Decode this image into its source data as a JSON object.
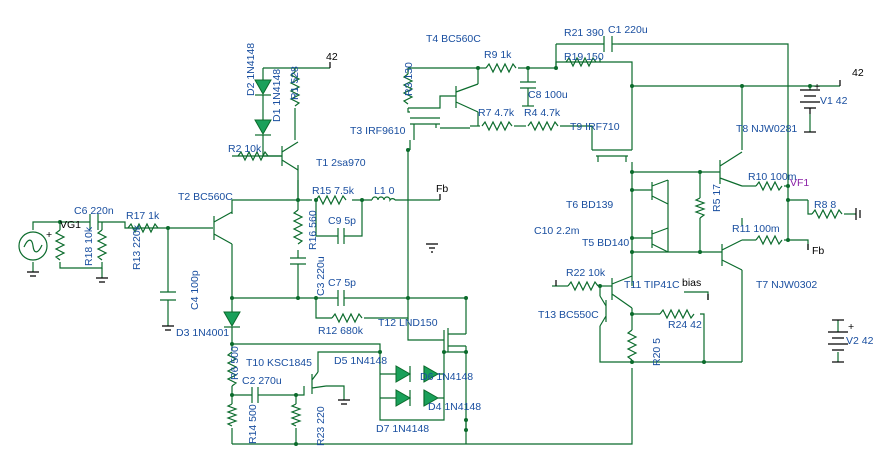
{
  "labels": {
    "r1": "R1 528",
    "r2": "R2 10k",
    "r3": "R3 130",
    "r4": "R4 4.7k",
    "r5": "R5 17",
    "r6": "R6 500",
    "r7": "R7 4.7k",
    "r8": "R8 8",
    "r9": "R9 1k",
    "r10": "R10 100m",
    "r11": "R11 100m",
    "r12": "R12 680k",
    "r13": "R13 220k",
    "r14": "R14 500",
    "r15": "R15 7.5k",
    "r16": "R16 560",
    "r17": "R17 1k",
    "r18": "R18 10k",
    "r19": "R19 150",
    "r20": "R20 5",
    "r21": "R21 390",
    "r22": "R22 10k",
    "r23": "R23 220",
    "r24": "R24 42",
    "c1": "C1 220u",
    "c2": "C2 270u",
    "c3": "C3 220u",
    "c4": "C4 100p",
    "c6": "C6 220n",
    "c7": "C7 5p",
    "c8": "C8 100u",
    "c9": "C9 5p",
    "c10": "C10 2.2m",
    "l1": "L1 0",
    "d1": "D1 1N4148",
    "d2": "D2 1N4148",
    "d3": "D3 1N4001",
    "d4": "D4 1N4148",
    "d5": "D5 1N4148",
    "d6": "D6 1N4148",
    "d7": "D7 1N4148",
    "t1": "T1 2sa970",
    "t2": "T2 BC560C",
    "t3": "T3 IRF9610",
    "t4": "T4 BC560C",
    "t5": "T5 BD140",
    "t6": "T6 BD139",
    "t7": "T7 NJW0302",
    "t8": "T8 NJW0281",
    "t9": "T9 IRF710",
    "t10": "T10 KSC1845",
    "t11": "T11 TIP41C",
    "t12": "T12 LND150",
    "t13": "T13 BC550C",
    "v1": "V1 42",
    "v2": "V2 42",
    "rail_top": "42",
    "rail_right": "42",
    "fb_left": "Fb",
    "fb_right": "Fb",
    "vg1": "VG1",
    "vf1": "VF1",
    "bias": "bias",
    "plus_v1": "+",
    "plus_v2": "+",
    "plus_vg": "+"
  }
}
